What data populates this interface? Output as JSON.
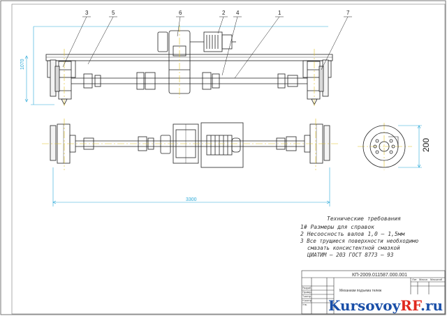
{
  "callouts": [
    "3",
    "5",
    "6",
    "2",
    "4",
    "1",
    "7"
  ],
  "dimensions": {
    "height_left": "1070",
    "overall_length": "3300",
    "wheel_diameter": "200"
  },
  "notes": {
    "heading": "Технические требования",
    "lines": [
      "1# Размеры для справок",
      "2 Несоосность валов 1,0 – 1,5мм",
      "3 Все трущиеся поверхности необходимо",
      "смазать консистентной смазкой",
      "ЦИАТИМ – 203 ГОСТ 8773 – 93"
    ]
  },
  "title_block": {
    "designation": "КП-2009.011587.000.001",
    "title": "Механизм подъема тележ",
    "col_labels": [
      "Лит",
      "Масса",
      "Масштаб"
    ],
    "row_labels": [
      "Разраб.",
      "Провер.",
      "Т.контр.",
      "Н.контр.",
      "Утв."
    ]
  },
  "watermark": {
    "main": "KursovoyRF",
    "accent": "RF",
    "suffix": ".ru"
  },
  "colors": {
    "line": "#1a1a1a",
    "dim": "#28a8d8",
    "axis": "#e0c020",
    "watermark": "#1a4fa8",
    "accent": "#e0281e"
  }
}
